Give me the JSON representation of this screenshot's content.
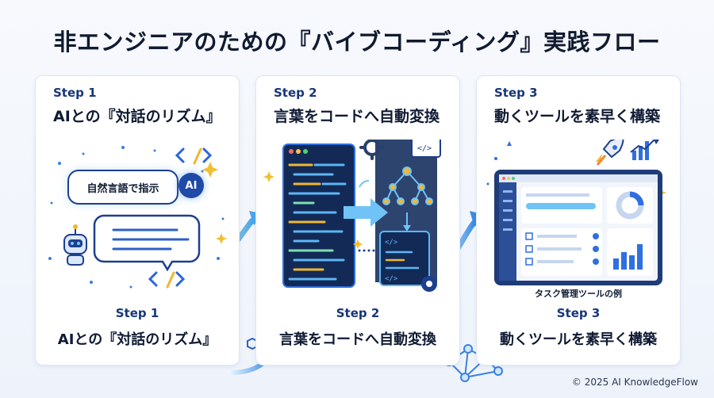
{
  "title": "非エンジニアのための『バイブコーディング』実践フロー",
  "steps": [
    {
      "step": "Step 1",
      "heading": "AIとの『対話のリズム』",
      "bubble": "自然言語で指示",
      "badge": "AI"
    },
    {
      "step": "Step 2",
      "heading": "言葉をコードへ自動変換"
    },
    {
      "step": "Step 3",
      "heading": "動くツールを素早く構築",
      "caption": "タスク管理ツールの例"
    }
  ],
  "copyright": "© 2025 AI KnowledgeFlow",
  "colors": {
    "navy": "#17367a",
    "accent": "#2f6fe0",
    "code_bg": "#132a57",
    "glow": "#7cc7f5"
  },
  "icons": [
    "code-brackets-icon",
    "robot-icon",
    "gear-icon",
    "tree-icon",
    "rocket-icon",
    "growth-chart-icon",
    "network-icon"
  ]
}
